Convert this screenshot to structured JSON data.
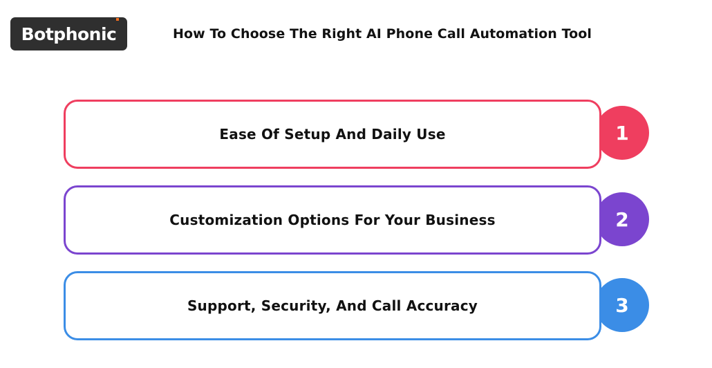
{
  "brand": {
    "name": "Botphonic",
    "logo_bg": "#2f2f2f",
    "logo_dot_color": "#f36f21"
  },
  "title": "How To Choose The Right AI Phone Call Automation Tool",
  "steps": [
    {
      "number": "1",
      "label": "Ease Of Setup And Daily Use",
      "color": "#ef3e5f"
    },
    {
      "number": "2",
      "label": "Customization Options For Your Business",
      "color": "#7b45cf"
    },
    {
      "number": "3",
      "label": "Support, Security, And Call Accuracy",
      "color": "#3b8de6"
    }
  ]
}
